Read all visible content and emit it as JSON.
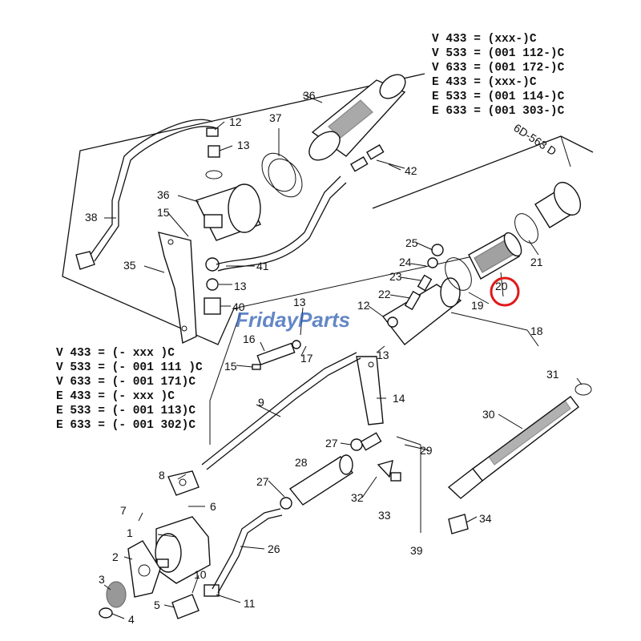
{
  "watermark": {
    "part1": "Friday",
    "part2": "Parts"
  },
  "diagram_code": "6D-563 D",
  "highlight_color": "#e01818",
  "watermark_colors": {
    "primary": "#2f5fb3",
    "accent": "#e8a21a"
  },
  "table_top": {
    "rows": [
      "V 433 =  (xxx-)C",
      "V 533 =  (001 112-)C",
      "V 633 =  (001 172-)C",
      "E 433 =  (xxx-)C",
      "E 533 =  (001 114-)C",
      "E 633 =  (001 303-)C"
    ]
  },
  "table_left": {
    "rows": [
      "V 433 = (- xxx )C",
      "V 533 = (- 001 111 )C",
      "V 633 = (- 001 171)C",
      "E 433 = (- xxx )C",
      "E 533 = (- 001 113)C",
      "E 633 = (- 001 302)C"
    ]
  },
  "callouts": {
    "c1": "1",
    "c2": "2",
    "c3": "3",
    "c4": "4",
    "c5": "5",
    "c6": "6",
    "c7": "7",
    "c8": "8",
    "c9": "9",
    "c10": "10",
    "c11": "11",
    "c12a": "12",
    "c12b": "12",
    "c13a": "13",
    "c13b": "13",
    "c13c": "13",
    "c13d": "13",
    "c14": "14",
    "c15a": "15",
    "c15b": "15",
    "c16": "16",
    "c17": "17",
    "c18": "18",
    "c19": "19",
    "c20": "20",
    "c21": "21",
    "c22": "22",
    "c23": "23",
    "c24": "24",
    "c25": "25",
    "c26": "26",
    "c27a": "27",
    "c27b": "27",
    "c28": "28",
    "c29": "29",
    "c30": "30",
    "c31": "31",
    "c32": "32",
    "c33": "33",
    "c34": "34",
    "c35": "35",
    "c36a": "36",
    "c36b": "36",
    "c37": "37",
    "c38": "38",
    "c39": "39",
    "c40": "40",
    "c41": "41",
    "c42": "42"
  }
}
